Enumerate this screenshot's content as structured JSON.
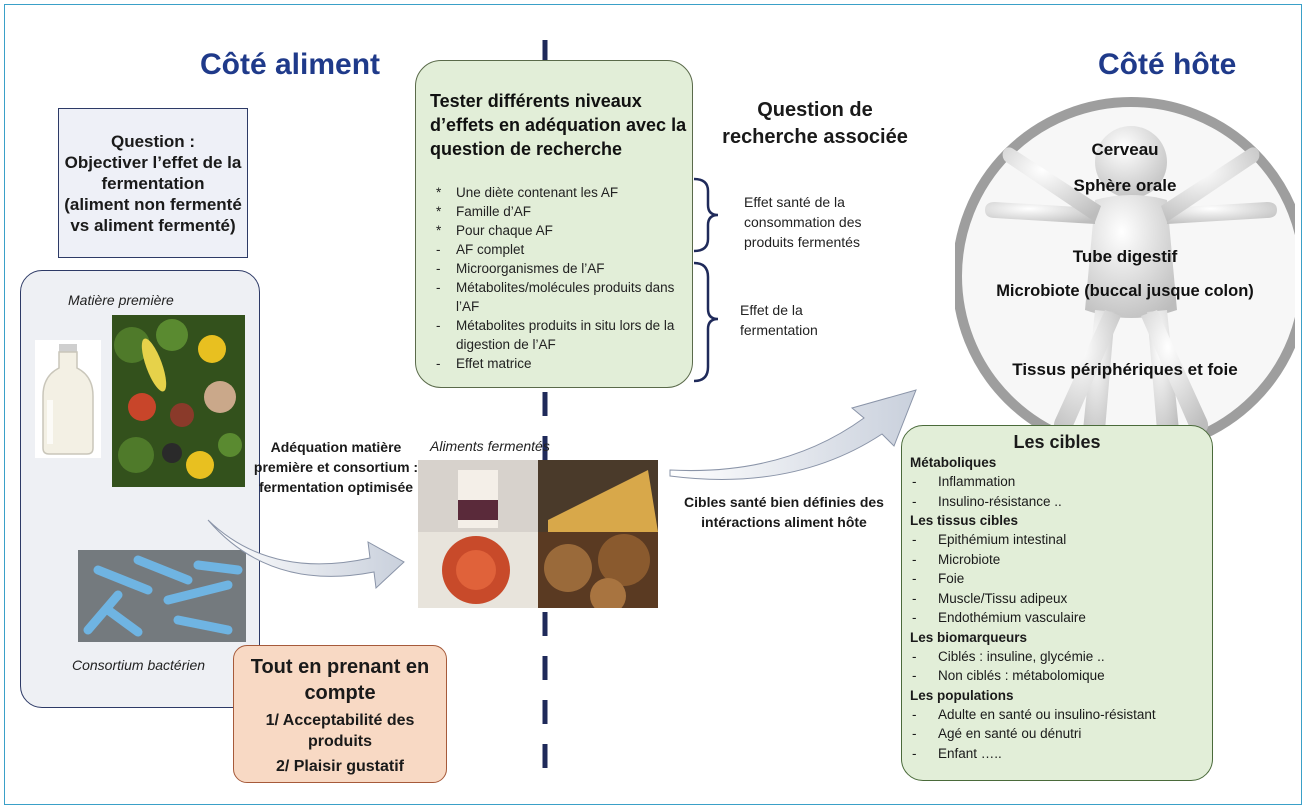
{
  "titles": {
    "left": "Côté aliment",
    "right": "Côté hôte"
  },
  "question_box": {
    "line1": "Question :",
    "line2": "Objectiver l’effet de la fermentation",
    "line3": "(aliment non fermenté vs aliment fermenté)"
  },
  "left_panel": {
    "raw_material": "Matière première",
    "consortium": "Consortium bactérien"
  },
  "adequation": "Adéquation matière première et  consortium : fermentation optimisée",
  "green_box": {
    "title": "Tester différents niveaux d’effets en adéquation avec la question de recherche",
    "items": [
      {
        "marker": "*",
        "text": "Une diète contenant les AF"
      },
      {
        "marker": "*",
        "text": "Famille d’AF"
      },
      {
        "marker": "*",
        "text": "Pour chaque AF"
      },
      {
        "marker": "-",
        "text": "AF complet"
      },
      {
        "marker": "-",
        "text": "Microorganismes de l’AF"
      },
      {
        "marker": "-",
        "text": "Métabolites/molécules produits dans l’AF"
      },
      {
        "marker": "-",
        "text": "Métabolites produits in situ lors de la digestion de l’AF"
      },
      {
        "marker": "-",
        "text": "Effet matrice"
      }
    ]
  },
  "research_question": {
    "title": "Question de recherche associée",
    "effect1": "Effet santé de la consommation des produits fermentés",
    "effect2": "Effet de la fermentation"
  },
  "fermented_label": "Aliments fermentés",
  "health_targets": "Cibles santé bien définies des intéractions aliment hôte",
  "orange_box": {
    "line1": "Tout en prenant en compte",
    "line2": "1/ Acceptabilité des produits",
    "line3": "2/ Plaisir gustatif"
  },
  "body_labels": {
    "brain": "Cerveau",
    "oral": "Sphère orale",
    "digestive": "Tube digestif",
    "microbiota": "Microbiote (buccal jusque colon)",
    "tissues": "Tissus périphériques et foie"
  },
  "targets": {
    "title": "Les cibles",
    "sections": [
      {
        "head": "Métaboliques",
        "items": [
          "Inflammation",
          "Insulino-résistance .."
        ]
      },
      {
        "head": "Les tissus cibles",
        "items": [
          "Epithémium intestinal",
          "Microbiote",
          "Foie",
          "Muscle/Tissu adipeux",
          "Endothémium vasculaire"
        ]
      },
      {
        "head": "Les biomarqueurs",
        "items": [
          "Ciblés : insuline, glycémie ..",
          "Non ciblés : métabolomique"
        ]
      },
      {
        "head": "Les populations",
        "items": [
          "Adulte en santé ou insulino-résistant",
          "Agé en santé ou dénutri",
          "Enfant ….."
        ]
      }
    ]
  },
  "colors": {
    "title_blue": "#1f3a8a",
    "green_fill": "#e2eed8",
    "orange_fill": "#f8d9c4",
    "navy": "#1f2a5a"
  }
}
